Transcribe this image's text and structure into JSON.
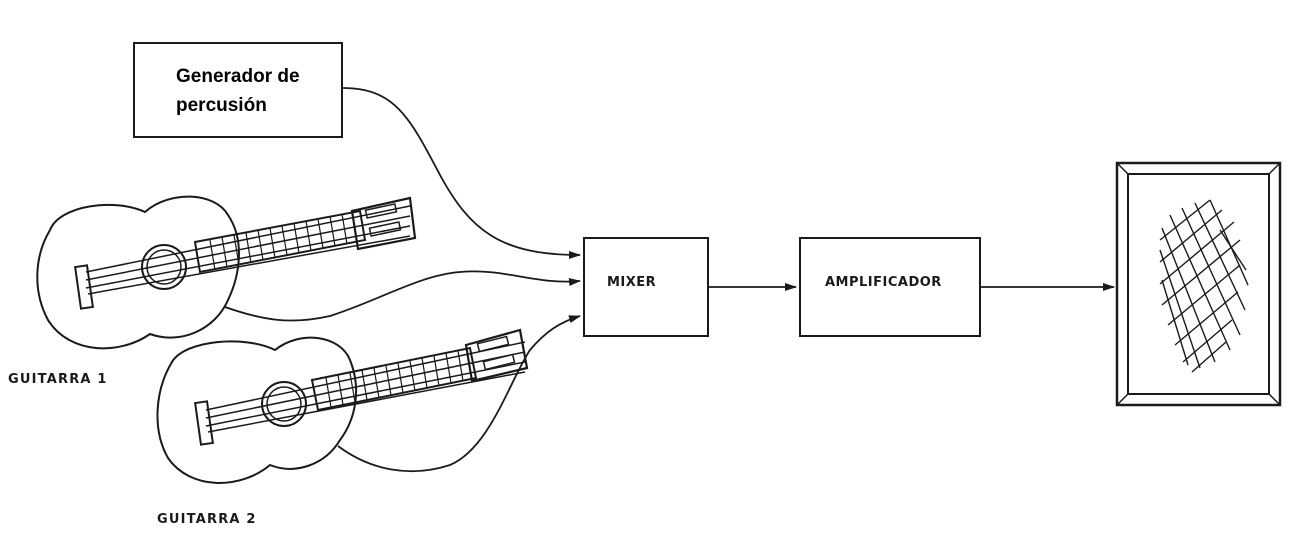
{
  "diagram": {
    "percussion_generator": {
      "label_line1": "Generador de",
      "label_line2": "percusión"
    },
    "mixer": {
      "label": "MIXER"
    },
    "amplifier": {
      "label": "AMPLIFICADOR"
    },
    "guitar_1": {
      "caption": "GUITARRA 1"
    },
    "guitar_2": {
      "caption": "GUITARRA 2"
    },
    "speaker": {},
    "colors": {
      "ink": "#1a1a1a",
      "paper": "#ffffff"
    }
  }
}
